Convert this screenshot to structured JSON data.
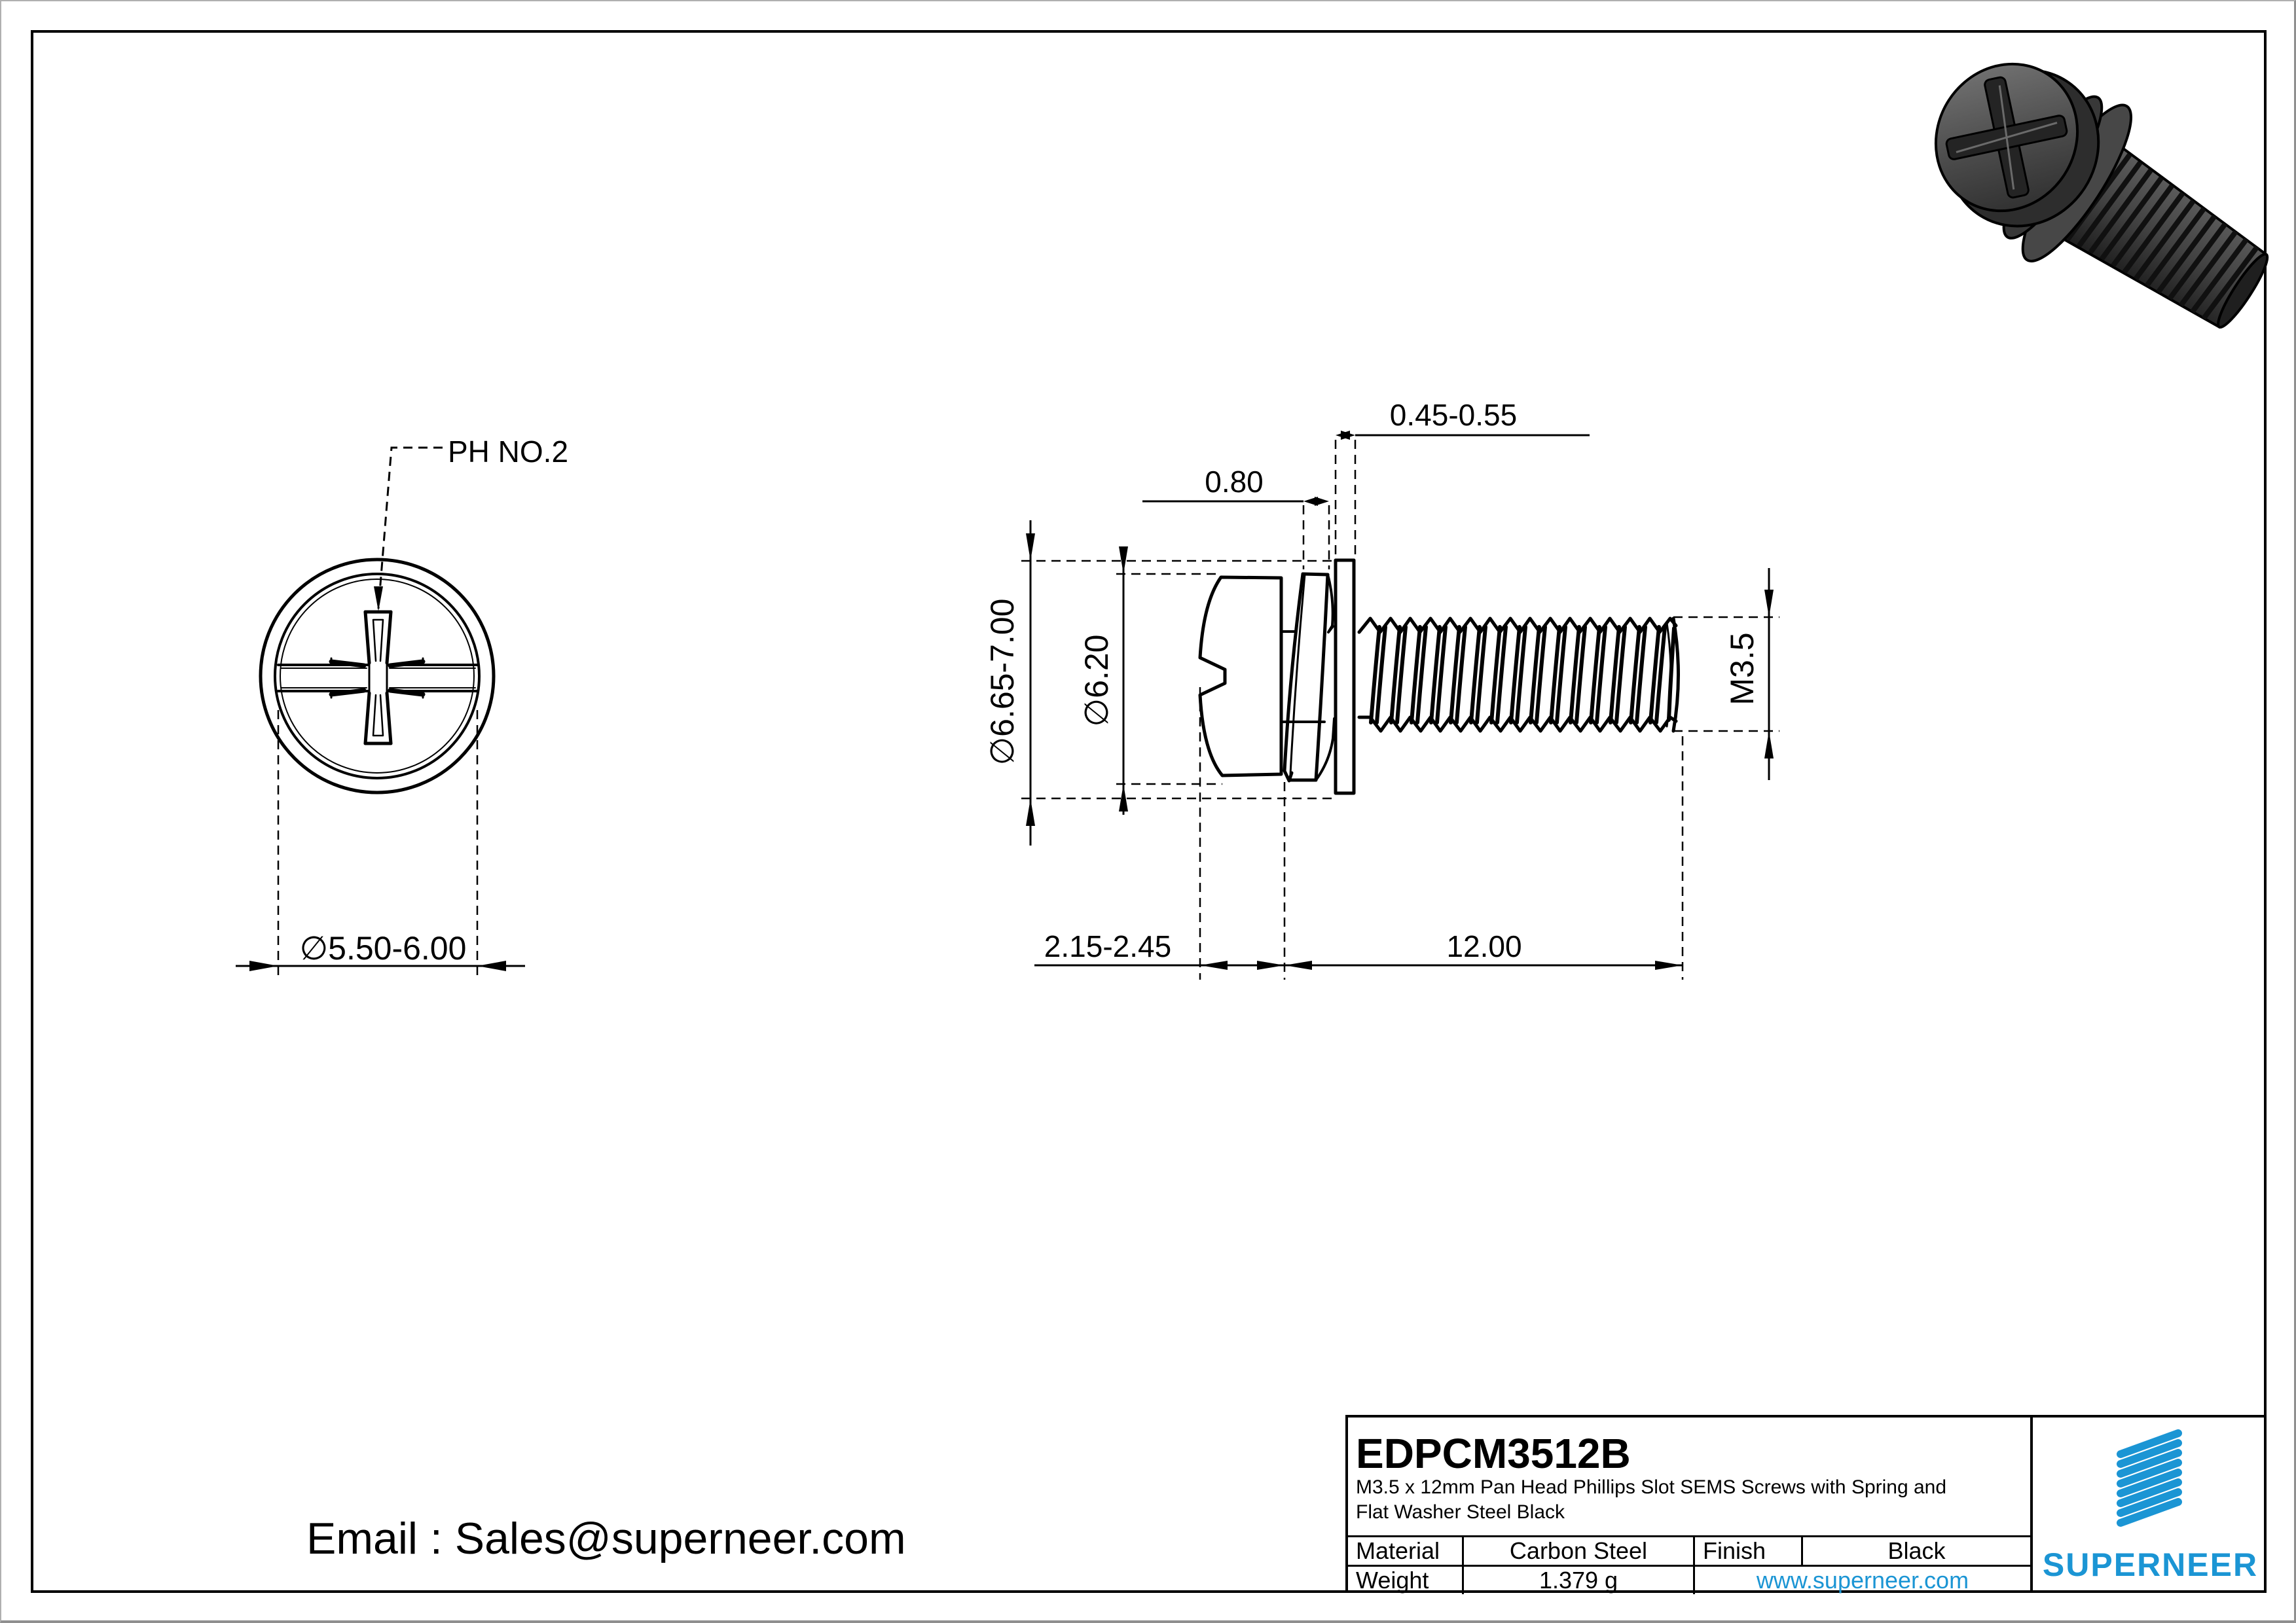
{
  "front_view": {
    "drive_label": "PH NO.2",
    "slot_diameter_dim": "∅5.50-6.00"
  },
  "side_view": {
    "flat_washer_thickness_dim": "0.45-0.55",
    "spring_washer_thickness_dim": "0.80",
    "washer_od_dim": "∅6.65-7.00",
    "head_od_dim": "∅6.20",
    "thread_dim": "M3.5",
    "head_height_dim": "2.15-2.45",
    "thread_length_dim": "12.00"
  },
  "title_block": {
    "part_number": "EDPCM3512B",
    "description_line1": "M3.5 x 12mm Pan Head Phillips Slot SEMS Screws with Spring and",
    "description_line2": "Flat Washer Steel Black",
    "material_label": "Material",
    "material_value": "Carbon Steel",
    "finish_label": "Finish",
    "finish_value": "Black",
    "weight_label": "Weight",
    "weight_value": "1.379 g",
    "website": "www.superneer.com",
    "brand": "SUPERNEER"
  },
  "footer": {
    "email": "Email : Sales@superneer.com"
  },
  "colors": {
    "brand_blue": "#1b95d4",
    "line_black": "#000000"
  }
}
